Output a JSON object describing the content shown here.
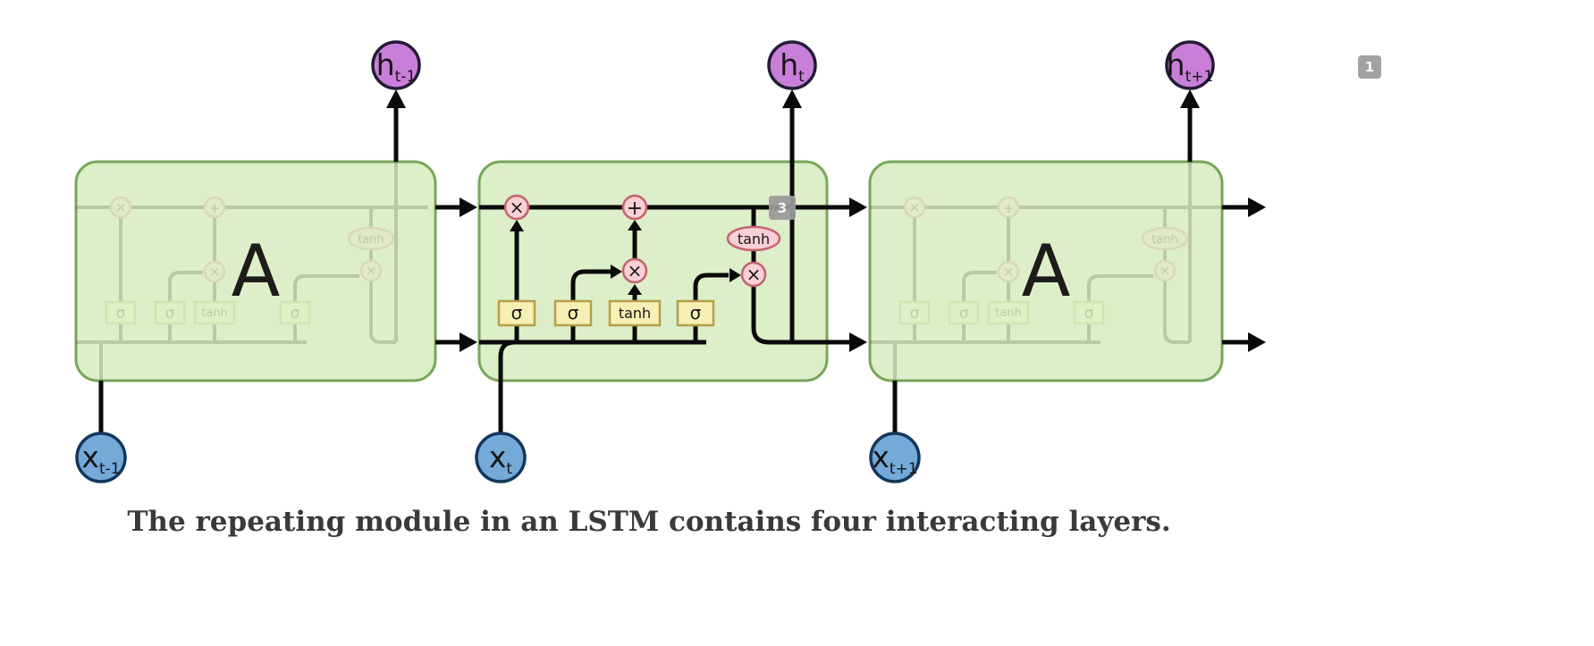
{
  "diagram": {
    "cell_letter": "A",
    "outputs": {
      "symbol": "h",
      "subscripts": [
        "t-1",
        "t",
        "t+1"
      ]
    },
    "inputs": {
      "symbol": "x",
      "subscripts": [
        "t-1",
        "t",
        "t+1"
      ]
    },
    "gate_layers": [
      "σ",
      "σ",
      "tanh",
      "σ"
    ],
    "pointwise_ops": {
      "multiply": "×",
      "add": "+",
      "tanh": "tanh"
    }
  },
  "caption": "The repeating module in an LSTM contains four interacting layers.",
  "annotations": {
    "badge_top_right": "1",
    "badge_cell": "3"
  },
  "colors": {
    "cell_fill": "#dcefc8",
    "cell_stroke": "#78a65a",
    "h_fill": "#c97fd9",
    "h_stroke": "#241b35",
    "x_fill": "#74a9d8",
    "x_stroke": "#14365c",
    "gate_fill": "#f6f0b4",
    "gate_stroke": "#b3a04a",
    "op_fill": "#fad0d6",
    "op_stroke": "#c4636f",
    "line": "#0a0a0a",
    "badge_bg": "#9b9b9b",
    "caption_color": "#3a3a3a"
  }
}
